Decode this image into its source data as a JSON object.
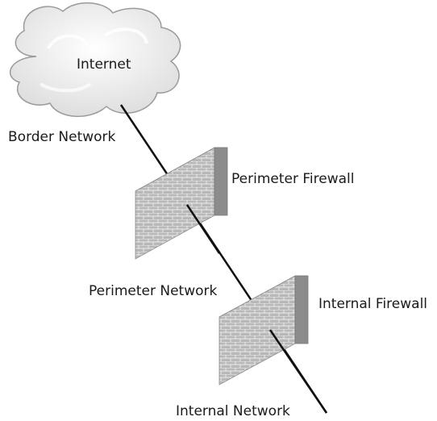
{
  "diagram": {
    "nodes": {
      "internet": {
        "label": "Internet",
        "shape": "cloud-icon"
      },
      "perimeter_firewall": {
        "label": "Perimeter Firewall",
        "shape": "brick-wall-icon"
      },
      "internal_firewall": {
        "label": "Internal Firewall",
        "shape": "brick-wall-icon"
      }
    },
    "segments": {
      "border_network": "Border Network",
      "perimeter_network": "Perimeter Network",
      "internal_network": "Internal Network"
    },
    "colors": {
      "line": "#111111",
      "cloud_fill": "#e9e9e9",
      "cloud_stroke": "#9a9a9a",
      "brick_face": "#b8b8b8",
      "brick_mortar": "#ececec",
      "brick_side": "#8c8c8c",
      "brick_top": "#d0d0d0"
    }
  }
}
